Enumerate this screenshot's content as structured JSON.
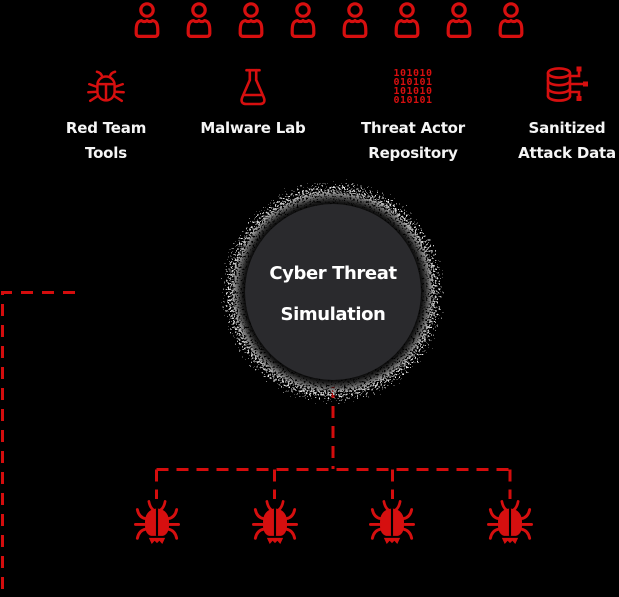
{
  "colors": {
    "background": "#000000",
    "icon-red": "#d60f0f",
    "line-red": "#d40d0d",
    "circle-fill": "#2a2a2d",
    "label-text": "#f5f5f5",
    "center-text": "#ffffff"
  },
  "participants_row": {
    "icon": "person-icon",
    "count": 8
  },
  "sources": [
    {
      "id": "red-team-tools",
      "icon": "bug-outline-icon",
      "line1": "Red Team",
      "line2": "Tools"
    },
    {
      "id": "malware-lab",
      "icon": "flask-icon",
      "line1": "Malware Lab",
      "line2": ""
    },
    {
      "id": "threat-actor-repository",
      "icon": "binary-icon",
      "line1": "Threat Actor",
      "line2": "Repository"
    },
    {
      "id": "sanitized-attack-data",
      "icon": "database-icon",
      "line1": "Sanitized",
      "line2": "Attack Data"
    }
  ],
  "binary_icon_rows": [
    "101010",
    "010101",
    "101010",
    "010101"
  ],
  "center_node": {
    "lines": [
      "Cyber Threat",
      "Simulation"
    ]
  },
  "threat_bugs_row": {
    "icon": "bug-icon",
    "count": 4
  }
}
